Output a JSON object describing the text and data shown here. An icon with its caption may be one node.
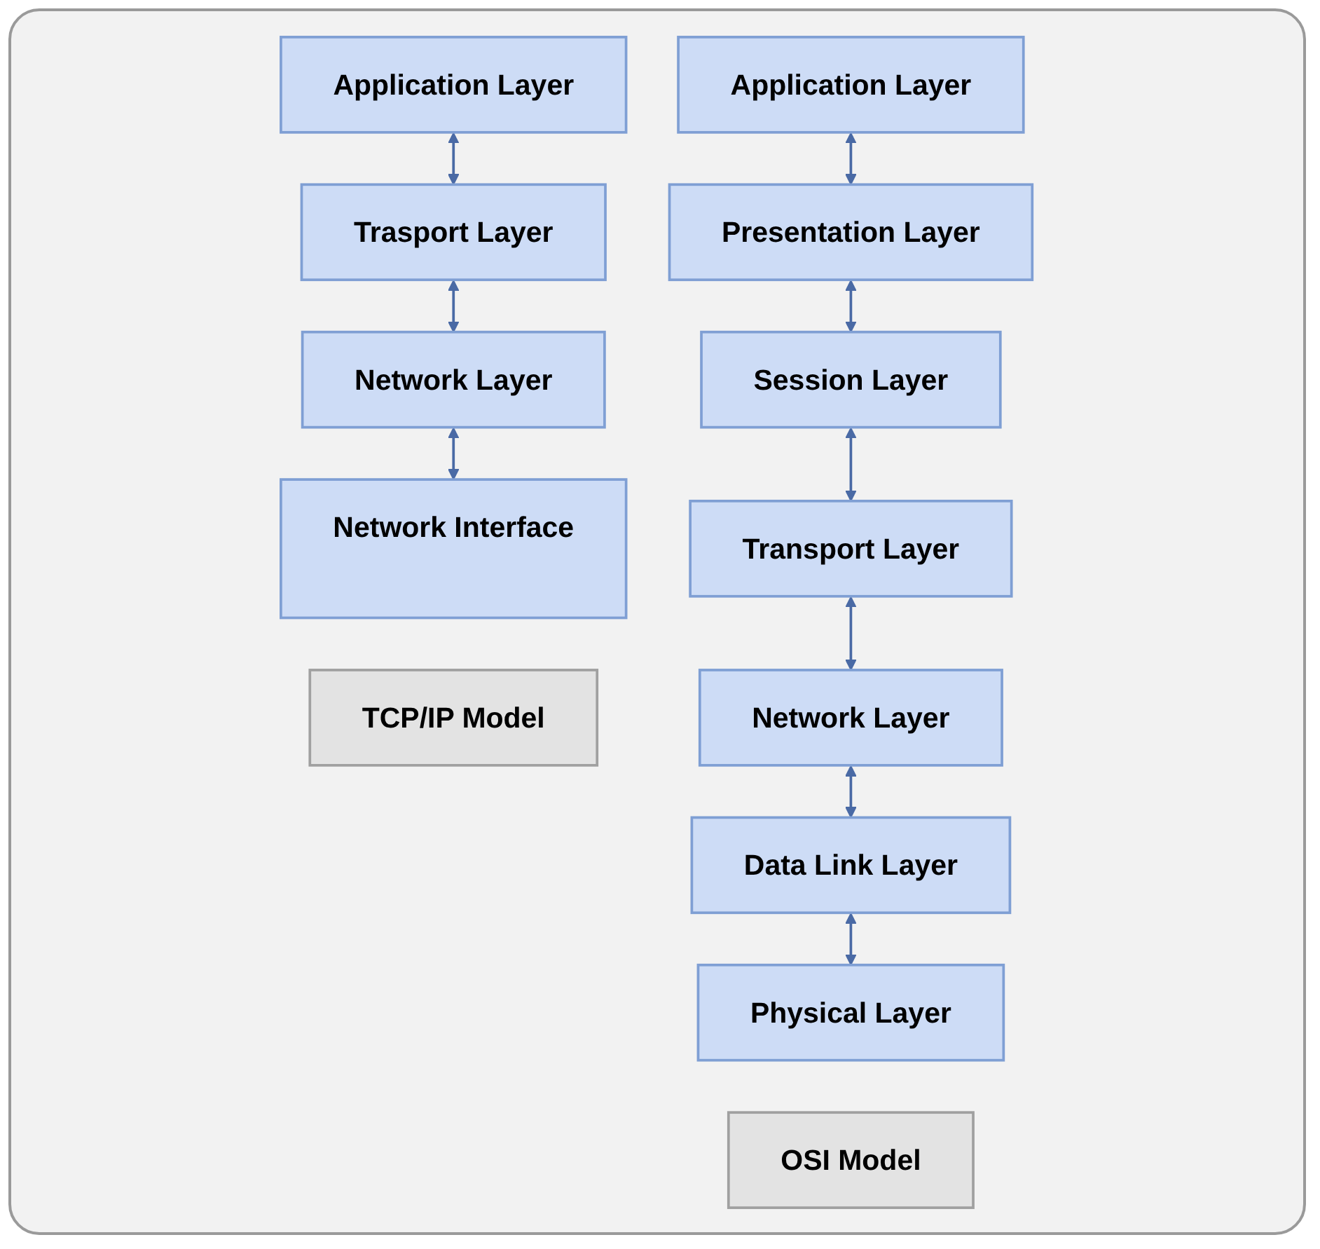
{
  "diagram": {
    "nodes": [
      {
        "text": [
          "Application Layer"
        ]
      },
      {
        "text": [
          "Trasport Layer"
        ]
      },
      {
        "text": [
          "Network Layer"
        ]
      },
      {
        "text": [
          "Network Interface"
        ]
      },
      {
        "text": [
          "TCP/IP Model"
        ]
      },
      {
        "text": [
          "Application Layer"
        ]
      },
      {
        "text": [
          "Presentation Layer"
        ]
      },
      {
        "text": [
          "Session Layer"
        ]
      },
      {
        "text": [
          "Transport Layer"
        ]
      },
      {
        "text": [
          "Network Layer"
        ]
      },
      {
        "text": [
          "Data Link Layer"
        ]
      },
      {
        "text": [
          "Physical Layer"
        ]
      },
      {
        "text": [
          "OSI Model"
        ]
      }
    ],
    "edges": [
      {
        "from": 0,
        "to": 1,
        "arrow": "both"
      },
      {
        "from": 1,
        "to": 2,
        "arrow": "both"
      },
      {
        "from": 2,
        "to": 3,
        "arrow": "both"
      },
      {
        "from": 5,
        "to": 6,
        "arrow": "both"
      },
      {
        "from": 6,
        "to": 7,
        "arrow": "both"
      },
      {
        "from": 7,
        "to": 8,
        "arrow": "both"
      },
      {
        "from": 8,
        "to": 9,
        "arrow": "both"
      },
      {
        "from": 9,
        "to": 10,
        "arrow": "both"
      },
      {
        "from": 10,
        "to": 11,
        "arrow": "both"
      }
    ]
  }
}
